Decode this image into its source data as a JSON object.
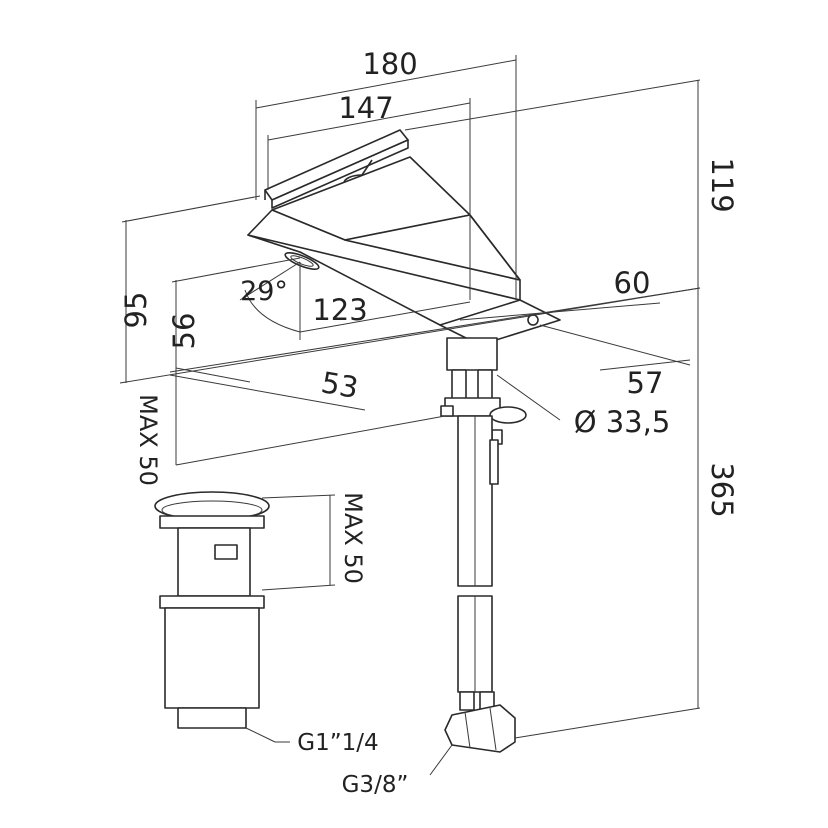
{
  "drawing": {
    "dimensions": {
      "width_total": "180",
      "width_spout": "147",
      "height_top": "119",
      "height_95": "95",
      "height_56": "56",
      "spout_angle": "29°",
      "reach": "123",
      "offset_60": "60",
      "offset_57": "57",
      "offset_53": "53",
      "diameter": "Ø 33,5",
      "deck_max": "MAX 50",
      "waste_max": "MAX 50",
      "hose_length": "365"
    },
    "thread_labels": {
      "waste_thread": "G1”1/4",
      "hose_thread": "G3/8”"
    }
  }
}
